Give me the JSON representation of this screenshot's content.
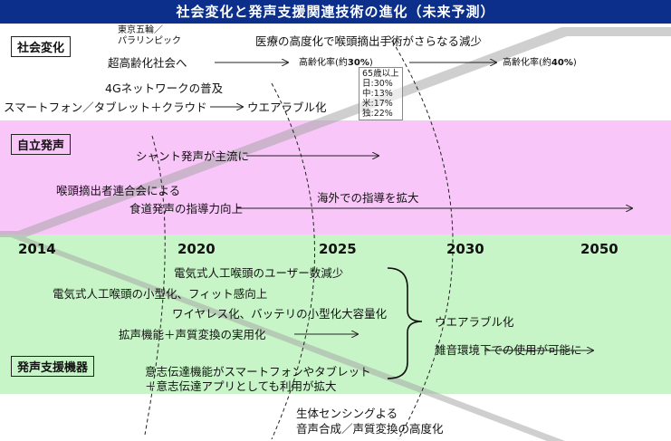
{
  "title": "社会変化と発声支援関連技術の進化（未来予測）",
  "sections": {
    "society": "社会変化",
    "self_voice": "自立発声",
    "devices": "発声支援機器"
  },
  "years": [
    "2014",
    "2020",
    "2025",
    "2030",
    "2050"
  ],
  "society_items": {
    "olympics": "東京五輪／\nパラリンピック",
    "super_aging": "超高齢化社会へ",
    "medical": "医療の高度化で喉頭摘出手術がさらなる減少",
    "aging_rate_1_prefix": "高齢化率(約",
    "aging_rate_1_value": "30%",
    "aging_rate_1_suffix": ")",
    "aging_rate_2_prefix": "高齢化率(約",
    "aging_rate_2_value": "40%",
    "aging_rate_2_suffix": ")",
    "network_4g": "4Gネットワークの普及",
    "smartphone": "スマートフォン／タブレット＋クラウド",
    "wearable": "ウエアラブル化"
  },
  "over65": {
    "header": "65歳以上",
    "rows": [
      "日:30%",
      "中:13%",
      "米:17%",
      "独:22%"
    ]
  },
  "self_voice_items": {
    "shunt": "シャント発声が主流に",
    "assoc_1": "喉頭摘出者連合会による",
    "assoc_2": "食道発声の指導力向上",
    "overseas": "海外での指導を拡大"
  },
  "device_items": {
    "users_decrease": "電気式人工喉頭のユーザー数減少",
    "miniaturize": "電気式人工喉頭の小型化、フィット感向上",
    "wireless": "ワイヤレス化、バッテリの小型化大容量化",
    "amplify": "拡声機能＋声質変換の実用化",
    "wearable": "ウエアラブル化",
    "noise": "雑音環境下での使用が可能に",
    "intent_1": "意志伝達機能がスマートフォンやタブレット",
    "intent_2": "＋意志伝達アプリとしても利用が拡大",
    "sensing_1": "生体センシングよる",
    "sensing_2": "音声合成／声質変換の高度化"
  }
}
